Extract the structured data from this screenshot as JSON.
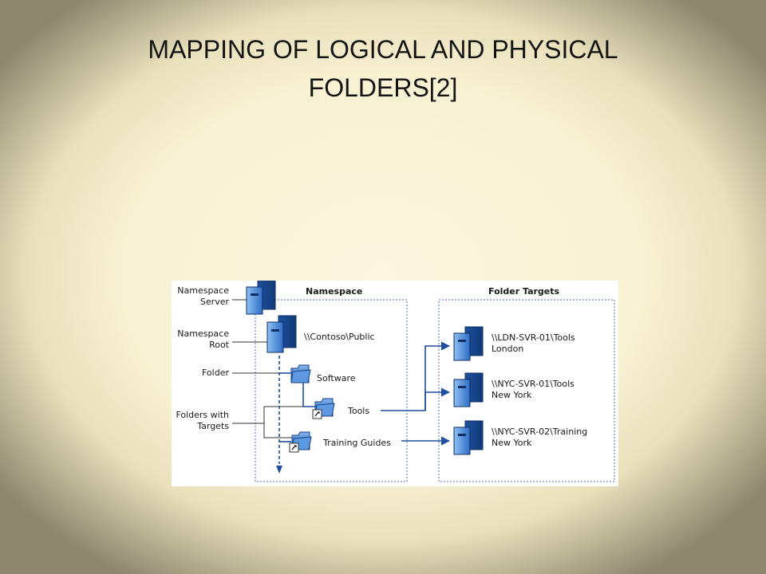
{
  "slide": {
    "title_line1": "MAPPING OF LOGICAL AND PHYSICAL",
    "title_line2": "FOLDERS[2]"
  },
  "diagram": {
    "legend": {
      "namespace_server": [
        "Namespace",
        "Server"
      ],
      "namespace_root": [
        "Namespace",
        "Root"
      ],
      "folder": "Folder",
      "folders_with_targets": [
        "Folders with",
        "Targets"
      ]
    },
    "namespace_panel": {
      "title": "Namespace",
      "root_path": "\\\\Contoso\\Public",
      "folder_software": "Software",
      "folder_tools": "Tools",
      "folder_training": "Training Guides"
    },
    "targets_panel": {
      "title": "Folder Targets",
      "targets": [
        {
          "path": "\\\\LDN-SVR-01\\Tools",
          "location": "London"
        },
        {
          "path": "\\\\NYC-SVR-01\\Tools",
          "location": "New York"
        },
        {
          "path": "\\\\NYC-SVR-02\\Training",
          "location": "New York"
        }
      ]
    },
    "colors": {
      "line_blue": "#1e4fa0",
      "server_blue": "#3d7fd0",
      "folder_blue": "#2f6fc8"
    }
  }
}
